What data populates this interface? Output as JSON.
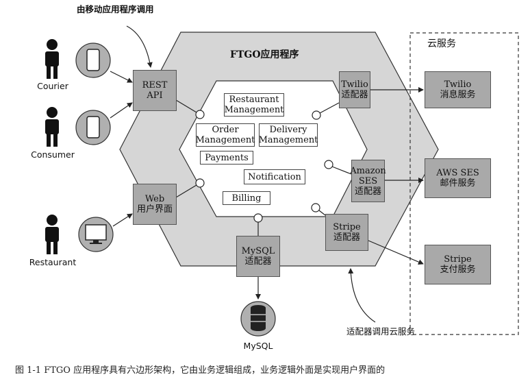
{
  "annotations": {
    "top": "由移动应用程序调用",
    "bottom": "适配器调用云服务"
  },
  "hexagon": {
    "title": "FTGO应用程序"
  },
  "cloud": {
    "title": "云服务"
  },
  "actors": {
    "courier": "Courier",
    "consumer": "Consumer",
    "restaurant": "Restaurant"
  },
  "adapters": {
    "rest": "REST\nAPI",
    "web": "Web\n用户界面",
    "mysql": "MySQL\n适配器",
    "twilio": "Twilio\n适配器",
    "amazon": "Amazon\nSES\n适配器",
    "stripe": "Stripe\n适配器"
  },
  "modules": {
    "restaurant_mgmt": "Restaurant\nManagement",
    "order_mgmt": "Order\nManagement",
    "delivery_mgmt": "Delivery\nManagement",
    "payments": "Payments",
    "notification": "Notification",
    "billing": "Billing"
  },
  "services": {
    "twilio": "Twilio\n消息服务",
    "aws": "AWS SES\n邮件服务",
    "stripe": "Stripe\n支付服务"
  },
  "database": {
    "label": "MySQL"
  },
  "caption": "图 1-1   FTGO 应用程序具有六边形架构，它由业务逻辑组成，业务逻辑外面是实现用户界面的"
}
